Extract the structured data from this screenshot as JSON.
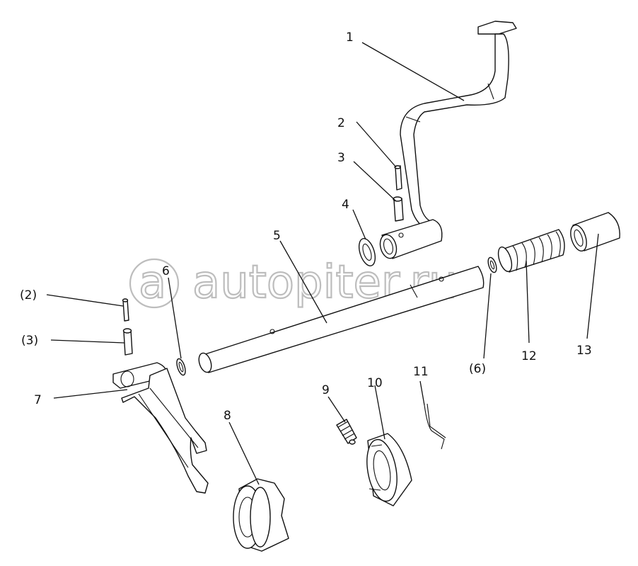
{
  "watermark": "autopiter.ru",
  "callouts": [
    {
      "id": "1",
      "text": "1"
    },
    {
      "id": "2",
      "text": "2"
    },
    {
      "id": "3",
      "text": "3"
    },
    {
      "id": "4",
      "text": "4"
    },
    {
      "id": "5",
      "text": "5"
    },
    {
      "id": "6",
      "text": "6"
    },
    {
      "id": "p2",
      "text": "(2)"
    },
    {
      "id": "p3",
      "text": "(3)"
    },
    {
      "id": "7",
      "text": "7"
    },
    {
      "id": "8",
      "text": "8"
    },
    {
      "id": "9",
      "text": "9"
    },
    {
      "id": "10",
      "text": "10"
    },
    {
      "id": "11",
      "text": "11"
    },
    {
      "id": "p6",
      "text": "(6)"
    },
    {
      "id": "12",
      "text": "12"
    },
    {
      "id": "13",
      "text": "13"
    }
  ]
}
